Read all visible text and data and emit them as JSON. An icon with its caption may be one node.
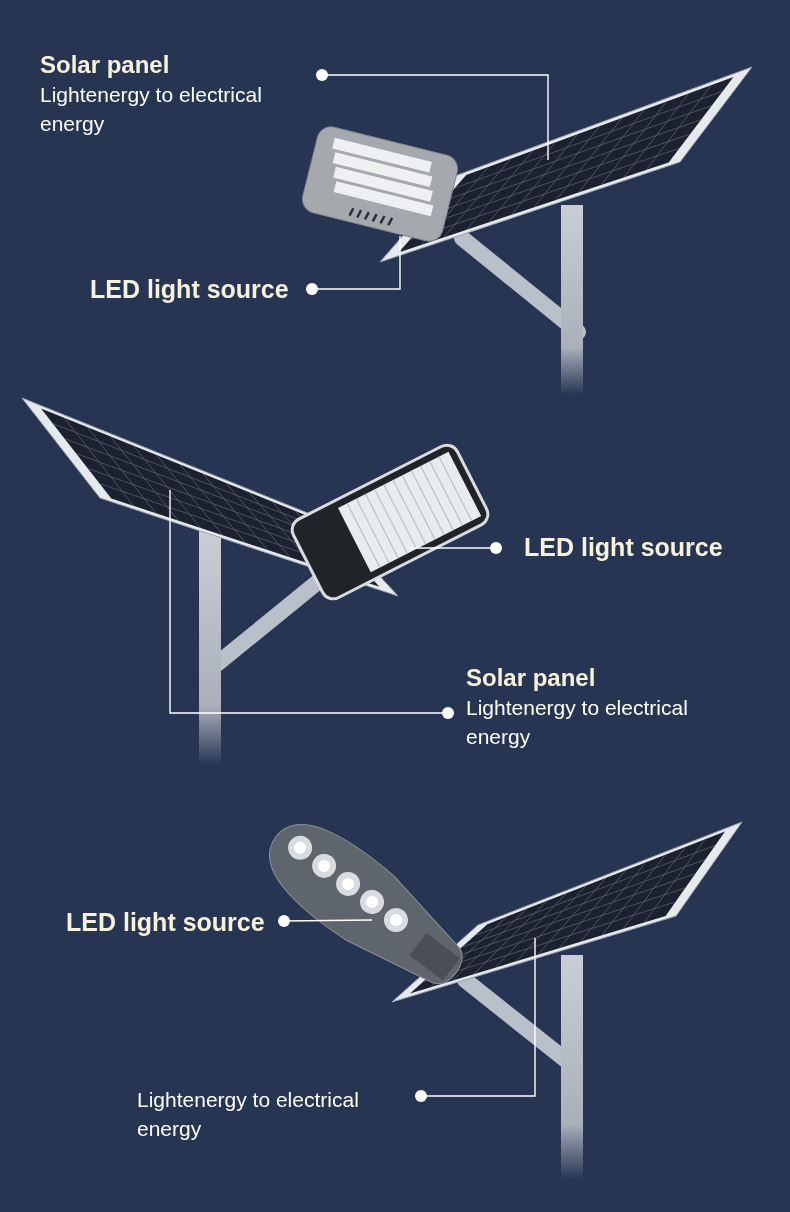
{
  "diagram": {
    "nodes": [
      {
        "text": [
          "Solar panel",
          "Lightenergy to electrical energy"
        ]
      },
      {
        "text": [
          "LED light source"
        ]
      },
      {
        "text": [],
        "shape": "picture"
      },
      {
        "text": [],
        "shape": "picture"
      },
      {
        "text": [
          "LED light source"
        ]
      },
      {
        "text": [
          "Solar panel",
          "Lightenergy to electrical energy"
        ]
      },
      {
        "text": [],
        "shape": "picture"
      },
      {
        "text": [],
        "shape": "picture"
      },
      {
        "text": [
          "LED light source"
        ]
      },
      {
        "text": [
          "Lightenergy to electrical energy"
        ]
      },
      {
        "text": [],
        "shape": "picture"
      },
      {
        "text": [],
        "shape": "picture"
      }
    ],
    "edges": [
      {
        "from": 0,
        "to": 3,
        "arrow": "other"
      },
      {
        "from": 1,
        "to": 2,
        "arrow": "other"
      },
      {
        "from": 4,
        "to": 7,
        "arrow": "other"
      },
      {
        "from": 5,
        "to": 6,
        "arrow": "other"
      },
      {
        "from": 8,
        "to": 10,
        "arrow": "other"
      },
      {
        "from": 9,
        "to": 11,
        "arrow": "other"
      }
    ]
  }
}
